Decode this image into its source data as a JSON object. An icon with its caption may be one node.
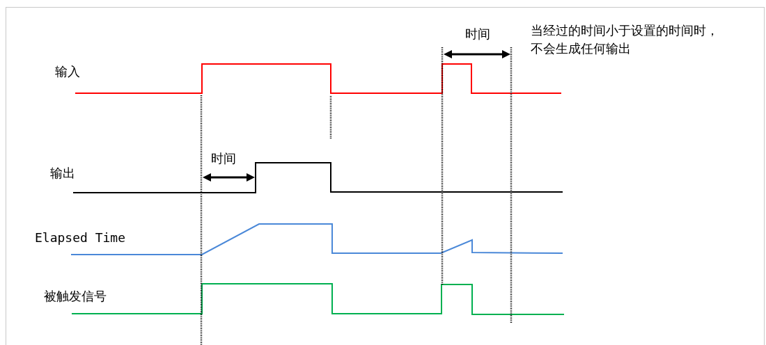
{
  "diagram": {
    "labels": [
      "输入",
      "输出",
      "Elapsed Time",
      "被触发信号",
      "时间",
      "时间",
      "当经过的时间小于设置的时间时，不会生成任何输出"
    ]
  }
}
